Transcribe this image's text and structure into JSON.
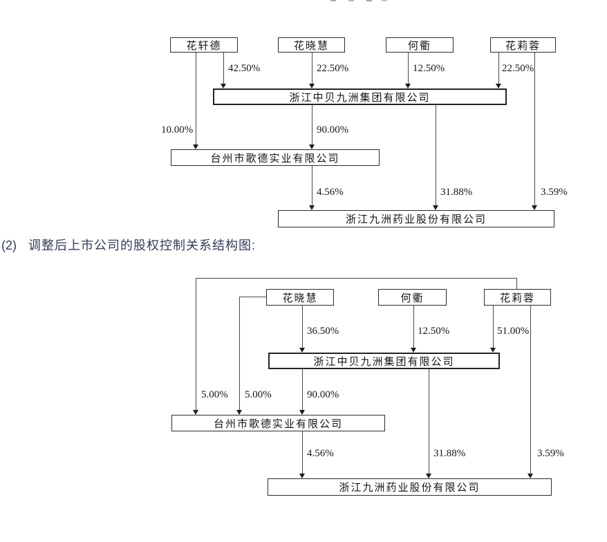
{
  "document": {
    "section_heading": {
      "index": "(2)",
      "text": "调整后上市公司的股权控制关系结构图:"
    }
  },
  "diagram_before": {
    "holders": [
      "花轩德",
      "花晓慧",
      "何衢",
      "花莉蓉"
    ],
    "companies": {
      "group": "浙江中贝九洲集团有限公司",
      "industrial": "台州市歌德实业有限公司",
      "listed": "浙江九洲药业股份有限公司"
    },
    "edges": [
      {
        "from": "花轩德",
        "to": "浙江中贝九洲集团有限公司",
        "label": "42.50%"
      },
      {
        "from": "花晓慧",
        "to": "浙江中贝九洲集团有限公司",
        "label": "22.50%"
      },
      {
        "from": "何衢",
        "to": "浙江中贝九洲集团有限公司",
        "label": "12.50%"
      },
      {
        "from": "花莉蓉",
        "to": "浙江中贝九洲集团有限公司",
        "label": "22.50%"
      },
      {
        "from": "花轩德",
        "to": "台州市歌德实业有限公司",
        "label": "10.00%"
      },
      {
        "from": "浙江中贝九洲集团有限公司",
        "to": "台州市歌德实业有限公司",
        "label": "90.00%"
      },
      {
        "from": "台州市歌德实业有限公司",
        "to": "浙江九洲药业股份有限公司",
        "label": "4.56%"
      },
      {
        "from": "浙江中贝九洲集团有限公司",
        "to": "浙江九洲药业股份有限公司",
        "label": "31.88%"
      },
      {
        "from": "花莉蓉",
        "to": "浙江九洲药业股份有限公司",
        "label": "3.59%"
      }
    ]
  },
  "diagram_after": {
    "holders": [
      "花晓慧",
      "何衢",
      "花莉蓉"
    ],
    "companies": {
      "group": "浙江中贝九洲集团有限公司",
      "industrial": "台州市歌德实业有限公司",
      "listed": "浙江九洲药业股份有限公司"
    },
    "edges": [
      {
        "from": "花晓慧",
        "to": "浙江中贝九洲集团有限公司",
        "label": "36.50%"
      },
      {
        "from": "何衢",
        "to": "浙江中贝九洲集团有限公司",
        "label": "12.50%"
      },
      {
        "from": "花莉蓉",
        "to": "浙江中贝九洲集团有限公司",
        "label": "51.00%"
      },
      {
        "from": "花莉蓉",
        "to": "台州市歌德实业有限公司",
        "label": "5.00%"
      },
      {
        "from": "花晓慧",
        "to": "台州市歌德实业有限公司",
        "label": "5.00%"
      },
      {
        "from": "浙江中贝九洲集团有限公司",
        "to": "台州市歌德实业有限公司",
        "label": "90.00%"
      },
      {
        "from": "台州市歌德实业有限公司",
        "to": "浙江九洲药业股份有限公司",
        "label": "4.56%"
      },
      {
        "from": "浙江中贝九洲集团有限公司",
        "to": "浙江九洲药业股份有限公司",
        "label": "31.88%"
      },
      {
        "from": "花莉蓉",
        "to": "浙江九洲药业股份有限公司",
        "label": "3.59%"
      }
    ]
  }
}
